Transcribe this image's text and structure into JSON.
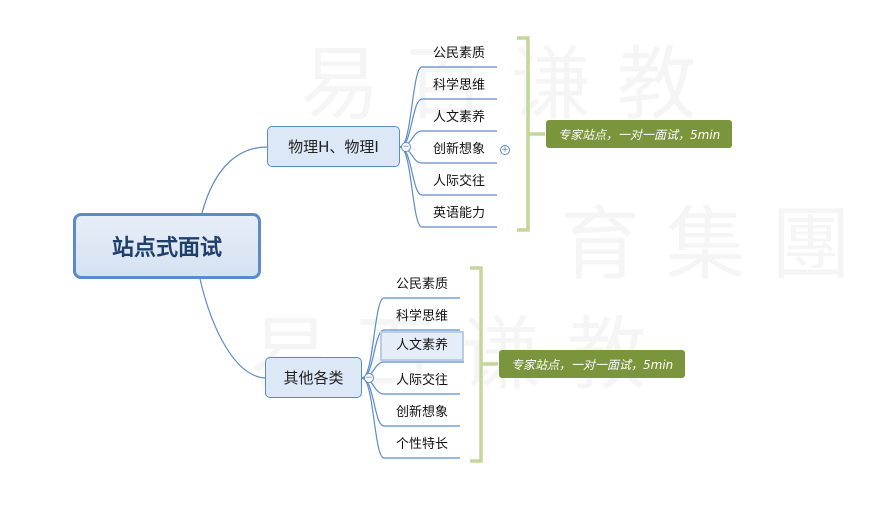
{
  "root": {
    "label": "站点式面试"
  },
  "branches": [
    {
      "label": "物理H、物理I",
      "items": [
        "公民素质",
        "科学思维",
        "人文素养",
        "创新想象",
        "人际交往",
        "英语能力"
      ],
      "summary": "专家站点，一对一面试，5min"
    },
    {
      "label": "其他各类",
      "items": [
        "公民素质",
        "科学思维",
        "人文素养",
        "人际交往",
        "创新想象",
        "个性特长"
      ],
      "summary": "专家站点，一对一面试，5min"
    }
  ],
  "colors": {
    "node_border": "#5b8cc9",
    "node_fill": "#dde8f6",
    "connector": "#5b8cc9",
    "bracket": "#c3d69b",
    "summary_fill": "#7a953b"
  },
  "icons": {
    "collapse": "minus-circle-icon",
    "expand": "plus-circle-icon"
  }
}
